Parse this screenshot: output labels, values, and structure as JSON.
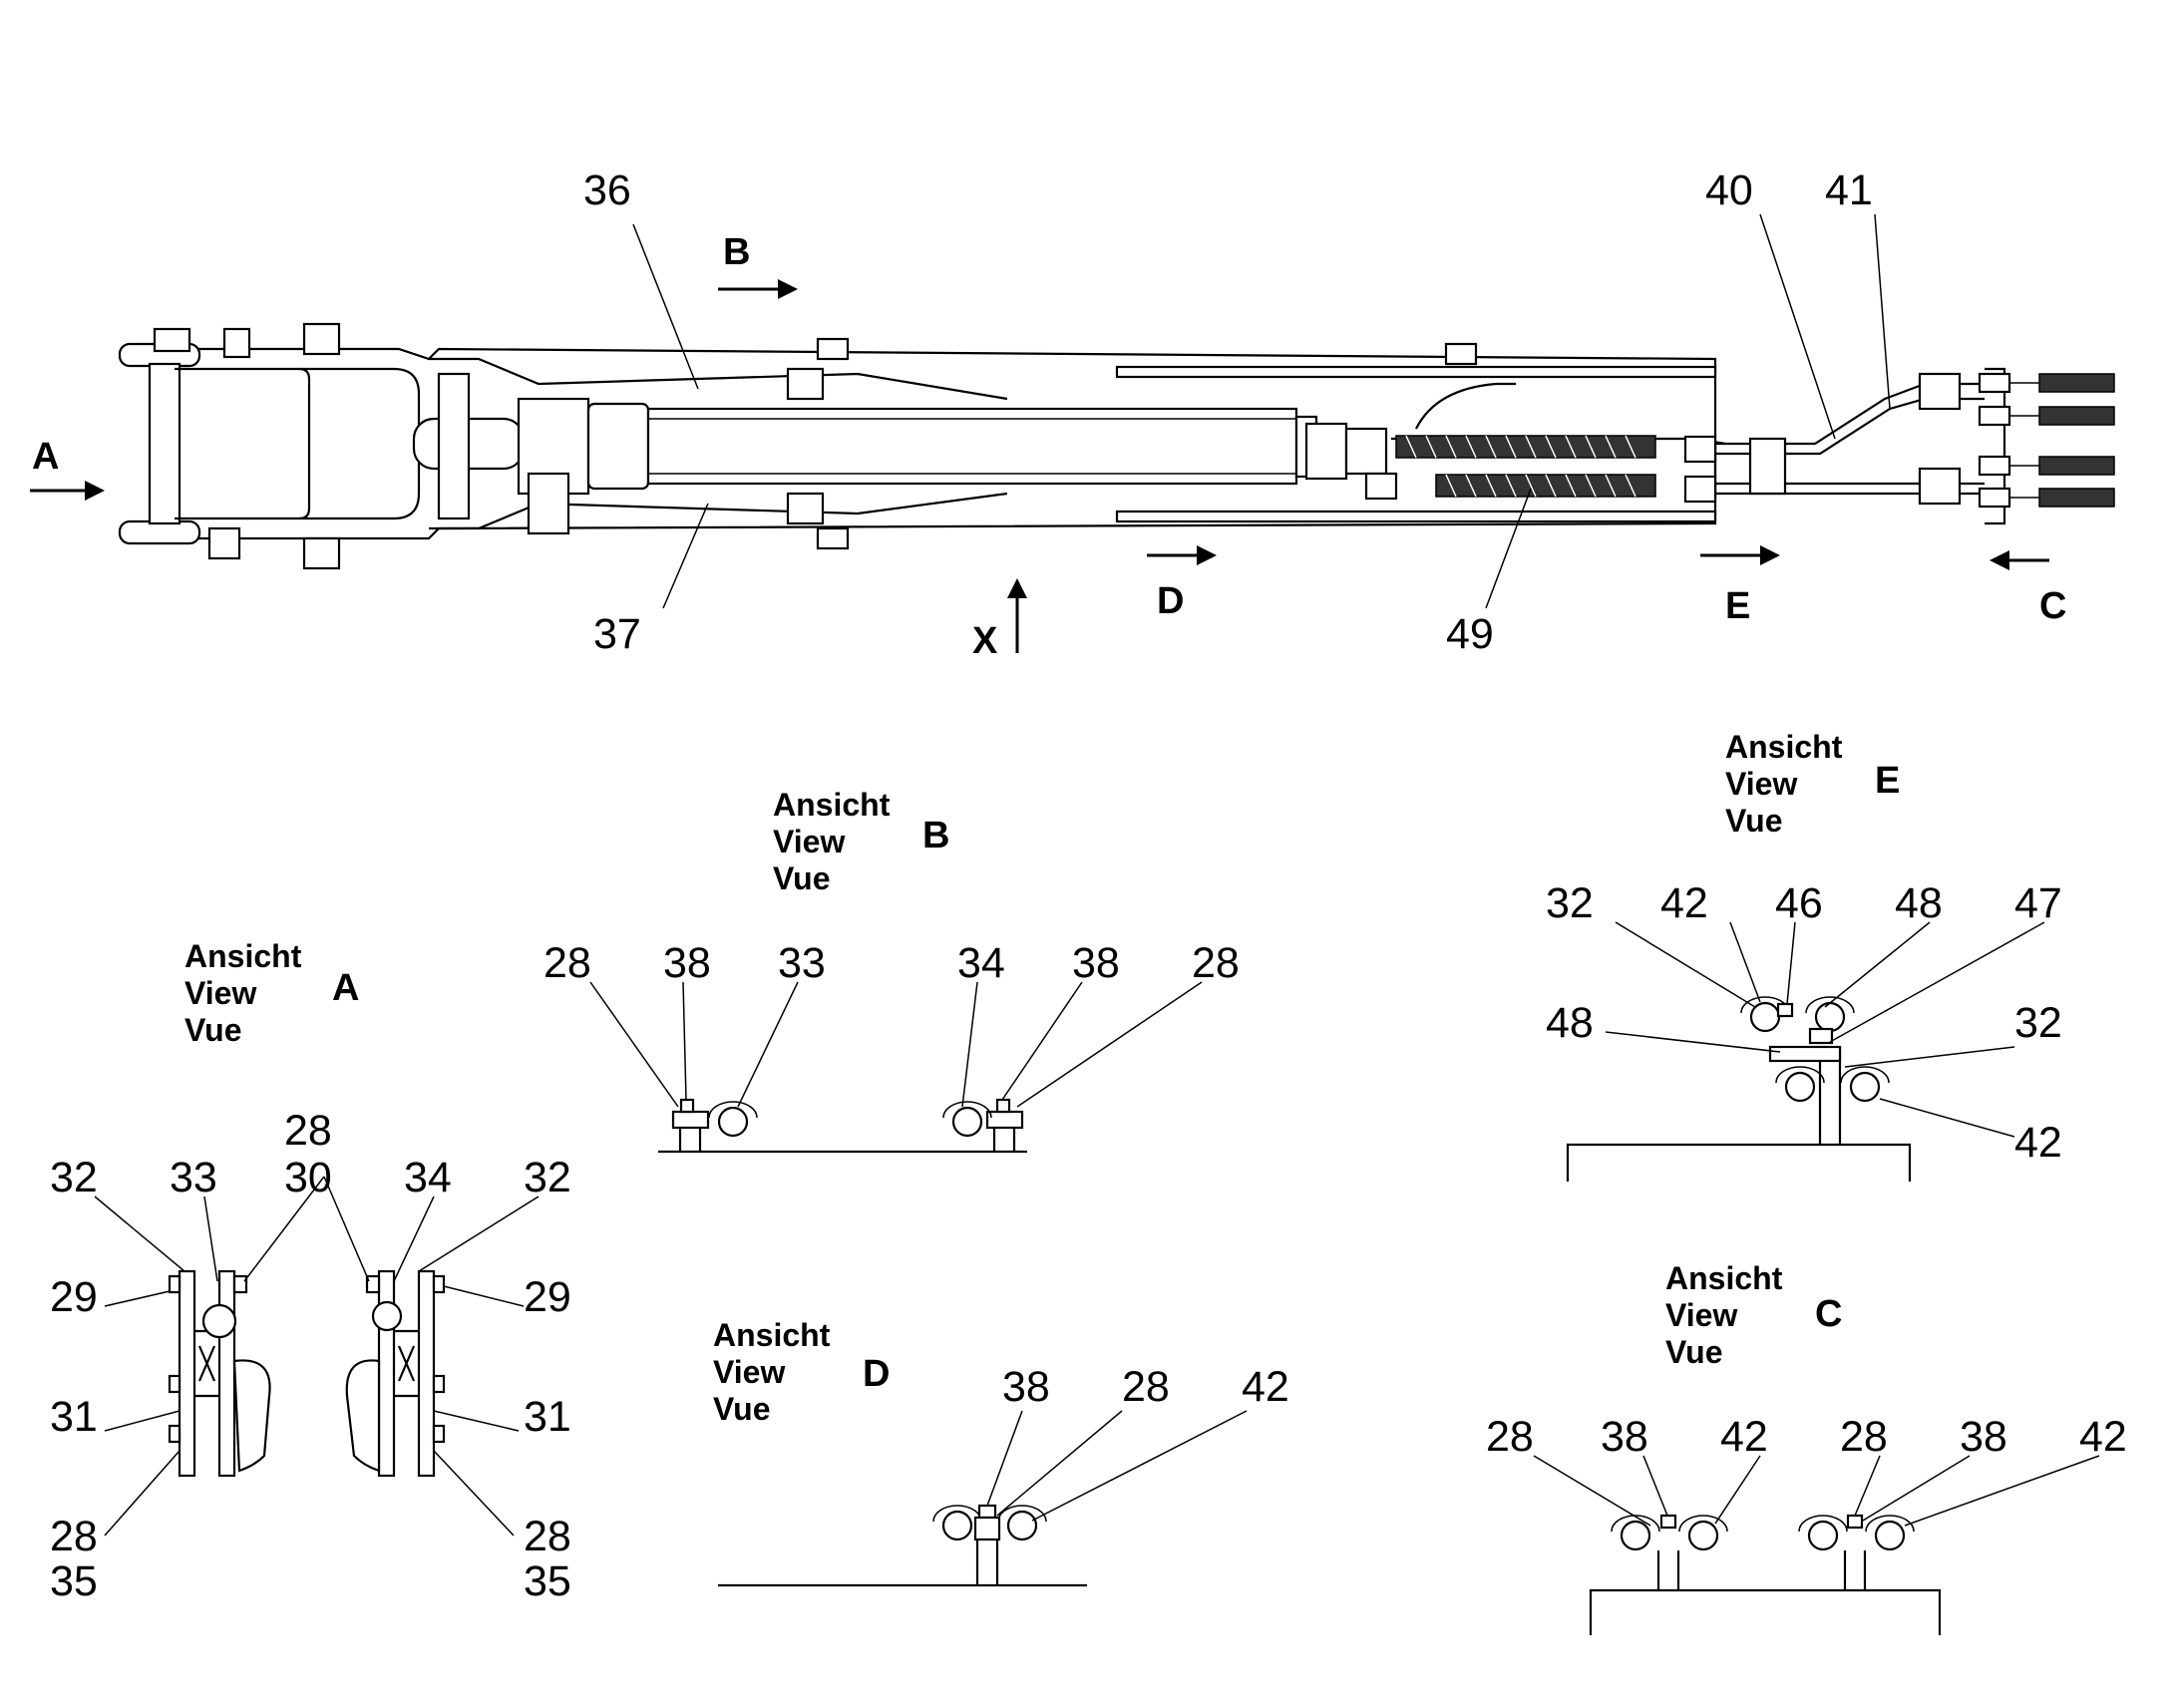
{
  "labels": {
    "main": {
      "n36": "36",
      "n37": "37",
      "n40": "40",
      "n41": "41",
      "n49": "49",
      "arrow_a": "A",
      "arrow_b": "B",
      "arrow_c": "C",
      "arrow_d": "D",
      "arrow_e": "E",
      "arrow_x": "X"
    },
    "view_word_de": "Ansicht",
    "view_word_en": "View",
    "view_word_fr": "Vue",
    "view_a": {
      "letter": "A",
      "l28_top": "28",
      "l30": "30",
      "l32_left": "32",
      "l33": "33",
      "l34": "34",
      "l32_right": "32",
      "l29_left": "29",
      "l29_right": "29",
      "l31_left": "31",
      "l31_right": "31",
      "l28_bl": "28",
      "l35_bl": "35",
      "l28_br": "28",
      "l35_br": "35"
    },
    "view_b": {
      "letter": "B",
      "l28_a": "28",
      "l38_a": "38",
      "l33": "33",
      "l34": "34",
      "l38_b": "38",
      "l28_b": "28"
    },
    "view_d": {
      "letter": "D",
      "l38": "38",
      "l28": "28",
      "l42": "42"
    },
    "view_e": {
      "letter": "E",
      "l32_top": "32",
      "l42_top": "42",
      "l46": "46",
      "l48_top": "48",
      "l47": "47",
      "l48_left": "48",
      "l32_right": "32",
      "l42_bottom": "42"
    },
    "view_c": {
      "letter": "C",
      "l28_a": "28",
      "l38_a": "38",
      "l42_a": "42",
      "l28_b": "28",
      "l38_b": "38",
      "l42_b": "42"
    }
  }
}
